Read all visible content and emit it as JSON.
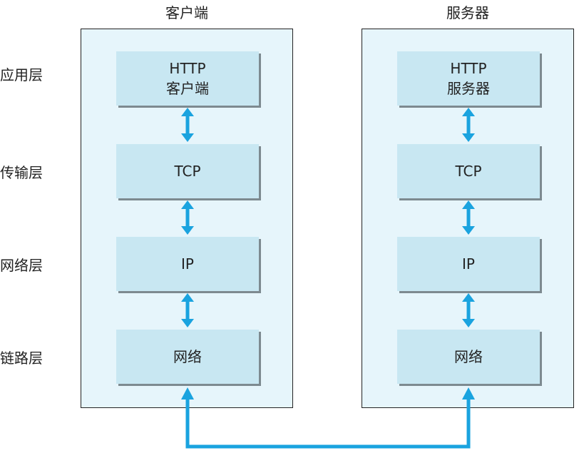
{
  "columns": {
    "client": "客户端",
    "server": "服务器"
  },
  "layers": [
    "应用层",
    "传输层",
    "网络层",
    "链路层"
  ],
  "client_boxes": [
    {
      "line1": "HTTP",
      "line2": "客户端"
    },
    {
      "line1": "TCP",
      "line2": ""
    },
    {
      "line1": "IP",
      "line2": ""
    },
    {
      "line1": "网络",
      "line2": ""
    }
  ],
  "server_boxes": [
    {
      "line1": "HTTP",
      "line2": "服务器"
    },
    {
      "line1": "TCP",
      "line2": ""
    },
    {
      "line1": "IP",
      "line2": ""
    },
    {
      "line1": "网络",
      "line2": ""
    }
  ],
  "colors": {
    "arrow": "#1aa3df",
    "panel": "#e6f5fb",
    "box": "#c8e7f2",
    "shadow": "#7d8a90"
  }
}
